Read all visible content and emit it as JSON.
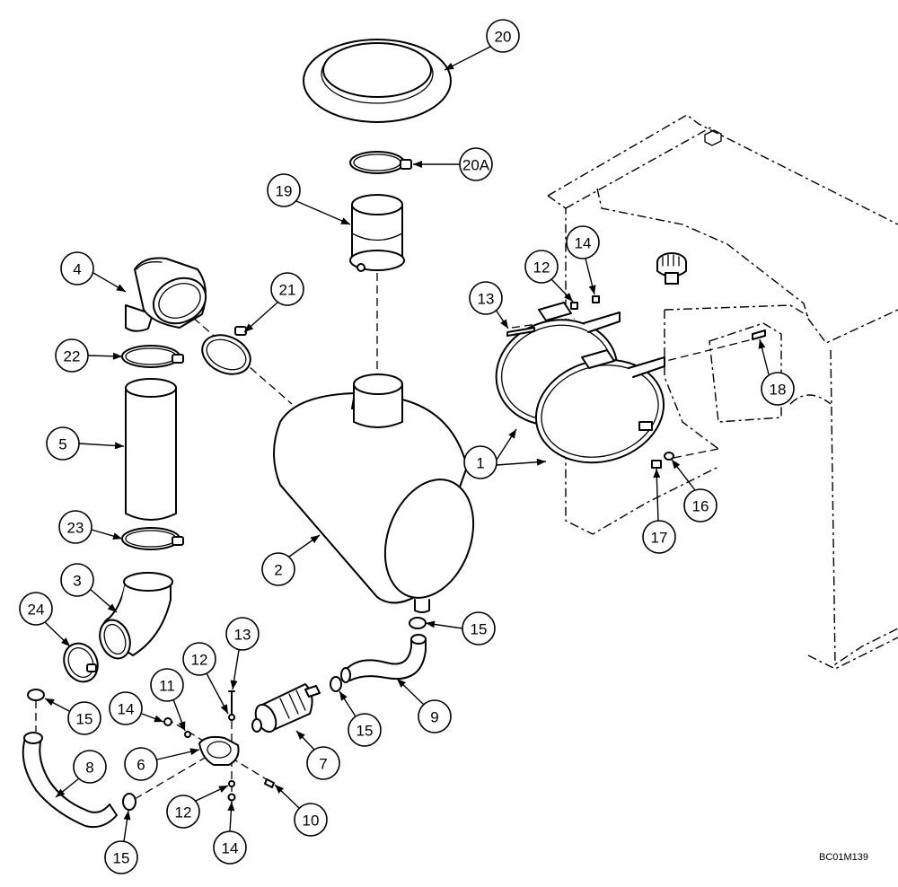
{
  "diagram": {
    "reference_code": "BC01M139",
    "callouts": [
      {
        "label": "20",
        "part": "precleaner-cap"
      },
      {
        "label": "20A",
        "part": "cap-clamp"
      },
      {
        "label": "19",
        "part": "precleaner"
      },
      {
        "label": "4",
        "part": "inlet-elbow"
      },
      {
        "label": "21",
        "part": "elbow-clamp"
      },
      {
        "label": "22",
        "part": "upper-tube-clamp"
      },
      {
        "label": "5",
        "part": "intake-tube"
      },
      {
        "label": "23",
        "part": "lower-tube-clamp"
      },
      {
        "label": "3",
        "part": "outlet-elbow"
      },
      {
        "label": "24",
        "part": "outlet-clamp"
      },
      {
        "label": "2",
        "part": "air-cleaner-housing"
      },
      {
        "label": "1",
        "part": "mounting-bands"
      },
      {
        "label": "13",
        "part": "band-bolt"
      },
      {
        "label": "12",
        "part": "band-washer"
      },
      {
        "label": "14",
        "part": "band-nut"
      },
      {
        "label": "18",
        "part": "frame-bolt"
      },
      {
        "label": "16",
        "part": "frame-washer"
      },
      {
        "label": "17",
        "part": "frame-nut"
      },
      {
        "label": "15",
        "part": "drain-hose-clamp-upper"
      },
      {
        "label": "9",
        "part": "drain-hose"
      },
      {
        "label": "15",
        "part": "valve-clamp"
      },
      {
        "label": "7",
        "part": "dust-valve"
      },
      {
        "label": "13",
        "part": "valve-bracket-bolt"
      },
      {
        "label": "12",
        "part": "valve-bracket-washer-upper"
      },
      {
        "label": "11",
        "part": "valve-bracket-spacer"
      },
      {
        "label": "14",
        "part": "valve-bracket-nut-upper"
      },
      {
        "label": "6",
        "part": "valve-bracket"
      },
      {
        "label": "10",
        "part": "valve-bracket-screw"
      },
      {
        "label": "12",
        "part": "valve-bracket-washer-lower"
      },
      {
        "label": "14",
        "part": "valve-bracket-nut-lower"
      },
      {
        "label": "15",
        "part": "lower-hose-clamp-top"
      },
      {
        "label": "8",
        "part": "lower-hose"
      },
      {
        "label": "15",
        "part": "lower-hose-clamp-bottom"
      }
    ]
  }
}
